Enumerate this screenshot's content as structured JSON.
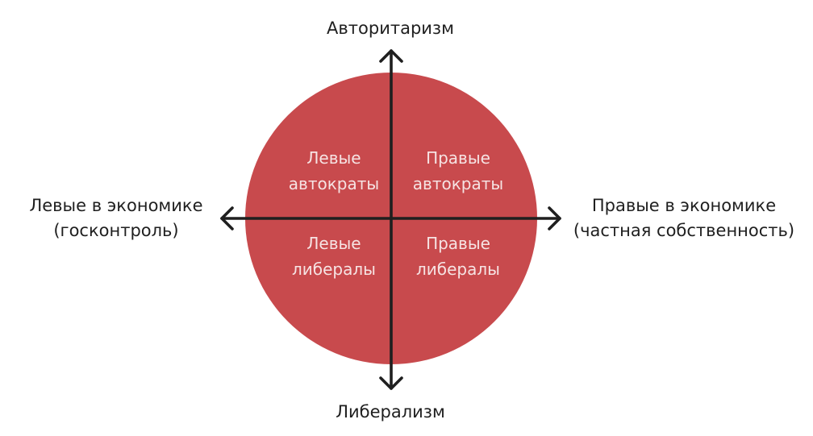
{
  "axes": {
    "top": "Авторитаризм",
    "bottom": "Либерализм",
    "left": {
      "line1": "Левые в экономике",
      "line2": "(госконтроль)"
    },
    "right": {
      "line1": "Правые в экономике",
      "line2": "(частная собственность)"
    }
  },
  "quadrants": {
    "top_left": {
      "line1": "Левые",
      "line2": "автократы"
    },
    "top_right": {
      "line1": "Правые",
      "line2": "автократы"
    },
    "bottom_left": {
      "line1": "Левые",
      "line2": "либералы"
    },
    "bottom_right": {
      "line1": "Правые",
      "line2": "либералы"
    }
  },
  "colors": {
    "circle": "#c84a4d",
    "axis": "#1f1f1f",
    "quadrant_text": "#f6e3e3",
    "background": "#ffffff"
  }
}
